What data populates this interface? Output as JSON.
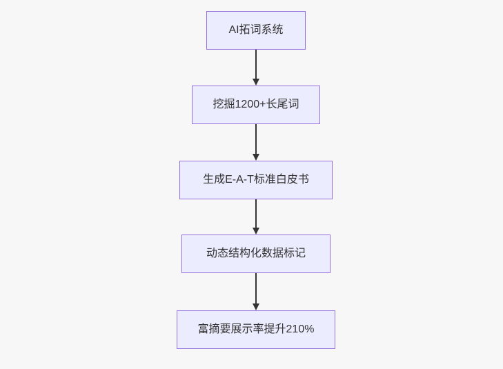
{
  "diagram": {
    "type": "flowchart",
    "direction": "top-down",
    "nodes": [
      {
        "id": "A",
        "label": "AI拓词系统"
      },
      {
        "id": "B",
        "label": "挖掘1200+长尾词"
      },
      {
        "id": "C",
        "label": "生成E-A-T标准白皮书"
      },
      {
        "id": "D",
        "label": "动态结构化数据标记"
      },
      {
        "id": "E",
        "label": "富摘要展示率提升210%"
      }
    ],
    "edges": [
      {
        "from": "A",
        "to": "B"
      },
      {
        "from": "B",
        "to": "C"
      },
      {
        "from": "C",
        "to": "D"
      },
      {
        "from": "D",
        "to": "E"
      }
    ],
    "colors": {
      "node_fill": "#ECECFF",
      "node_border": "#9370DB",
      "node_text": "#333333",
      "arrow": "#333333",
      "background": "#f7f7f7"
    }
  }
}
